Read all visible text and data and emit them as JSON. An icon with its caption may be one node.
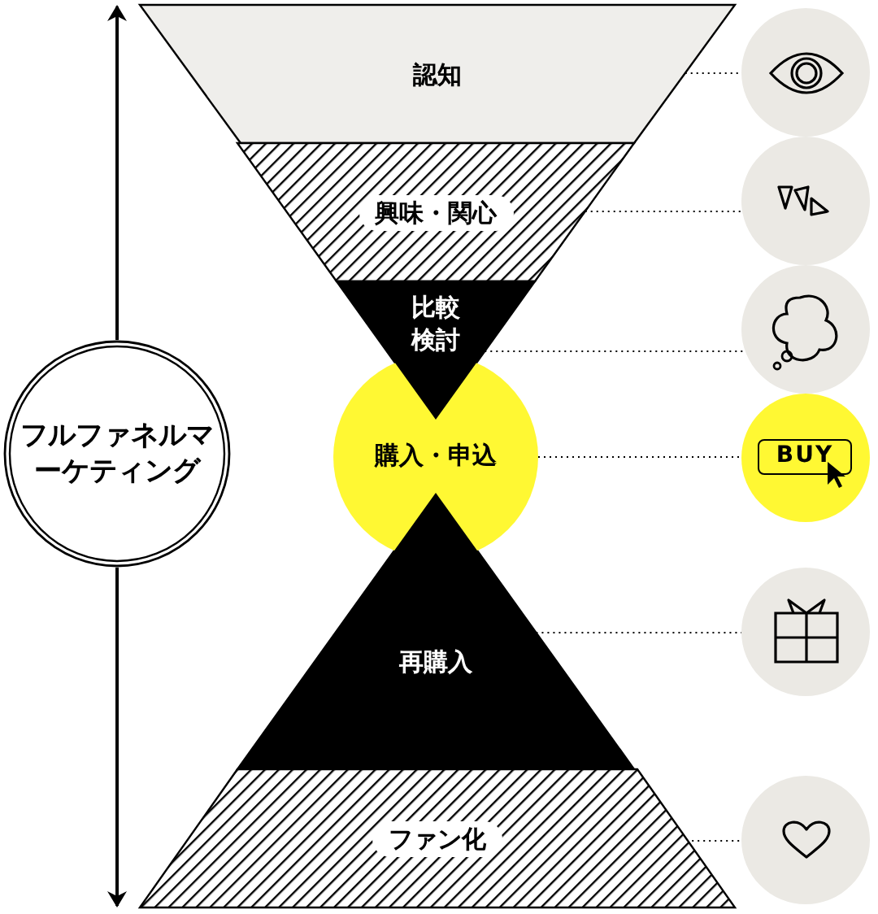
{
  "diagram": {
    "nodes": [
      {
        "text": [
          "認知"
        ]
      },
      {
        "text": [
          "興味・関心"
        ]
      },
      {
        "text": [
          "比較検討"
        ]
      },
      {
        "text": [
          "購入・申込"
        ]
      },
      {
        "text": [
          "再購入"
        ]
      },
      {
        "text": [
          "ファン化"
        ]
      },
      {
        "text": [
          "フルファネルマーケティング"
        ]
      },
      {
        "text": [],
        "shape": "circle"
      },
      {
        "text": [],
        "shape": "circle"
      },
      {
        "text": [],
        "shape": "circle"
      },
      {
        "text": [
          "BUY"
        ]
      },
      {
        "text": [],
        "shape": "circle"
      },
      {
        "text": [],
        "shape": "circle"
      }
    ],
    "edges": [
      {
        "from": 0,
        "to": 7,
        "arrow": "none",
        "style": "dashed"
      },
      {
        "from": 1,
        "to": 8,
        "arrow": "none",
        "style": "dashed"
      },
      {
        "from": 2,
        "to": 9,
        "arrow": "none",
        "style": "dashed"
      },
      {
        "from": 3,
        "to": 10,
        "arrow": "none",
        "style": "dashed"
      },
      {
        "from": 4,
        "to": 11,
        "arrow": "none",
        "style": "dashed"
      },
      {
        "from": 5,
        "to": 12,
        "arrow": "none",
        "style": "dashed"
      },
      {
        "from": 6,
        "to": 0,
        "arrow": "to"
      },
      {
        "from": 6,
        "to": 5,
        "arrow": "to"
      }
    ]
  }
}
